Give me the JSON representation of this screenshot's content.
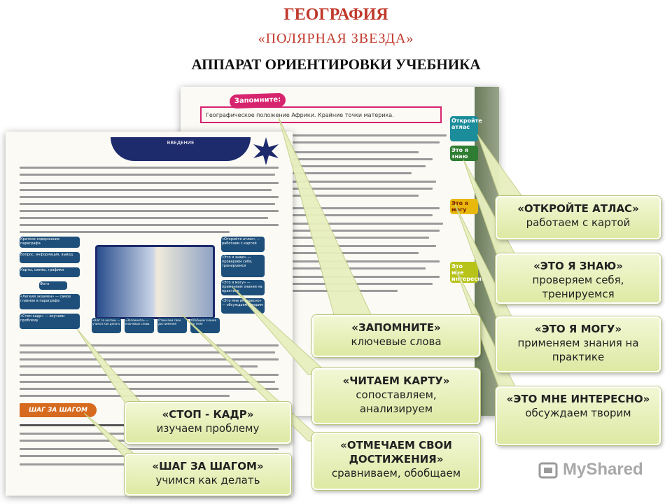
{
  "header": {
    "line1": "ГЕОГРАФИЯ",
    "line2": "«ПОЛЯРНАЯ ЗВЕЗДА»",
    "line3": "АППАРАТ  ОРИЕНТИРОВКИ УЧЕБНИКА"
  },
  "callouts": {
    "atlas": {
      "head": "«ОТКРОЙТЕ  АТЛАС»",
      "sub": "работаем с картой"
    },
    "know": {
      "head": "«ЭТО Я ЗНАЮ»",
      "sub": "проверяем себя, тренируемся"
    },
    "can": {
      "head": "«ЭТО Я МОГУ»",
      "sub": "применяем знания на практике"
    },
    "interest": {
      "head": "«ЭТО МНЕ ИНТЕРЕСНО»",
      "sub": "обсуждаем  творим"
    },
    "remember": {
      "head": "«ЗАПОМНИТЕ»",
      "sub": "ключевые слова"
    },
    "map": {
      "head": "«ЧИТАЕМ КАРТУ»",
      "sub": "сопоставляем, анализируем"
    },
    "achievements": {
      "head": "«ОТМЕЧАЕМ СВОИ ДОСТИЖЕНИЯ»",
      "sub": "сравниваем, обобщаем"
    },
    "stop": {
      "head": "«СТОП - КАДР»",
      "sub": "изучаем проблему"
    },
    "step": {
      "head": "«ШАГ ЗА ШАГОМ»",
      "sub": "учимся как делать"
    }
  },
  "book": {
    "remember_label": "Запомните:",
    "remember_text": "Географическое положение Африки. Крайние точки материка.",
    "intro_label": "ВВЕДЕНИЕ",
    "step_banner": "ШАГ ЗА ШАГОМ",
    "tags": {
      "atlas": "Откройте атлас",
      "know": "Это я знаю",
      "can": "Это я могу",
      "interest": "Это мне интересно"
    },
    "scheme_left": [
      "Краткое содержание параграфа",
      "Вопрос, информация, вывод",
      "Карты, схемы, графики",
      "Фото",
      "«Легкий экзамен» — самое главное в параграфе",
      "«Стоп-кадр» — изучаем проблему"
    ],
    "scheme_right": [
      "«Откройте атлас» — работаем с картой",
      "«Это я знаю» — проверяем себя, тренируемся",
      "«Это я могу» — применяем знания на практике",
      "«Это мне интересно» — обсуждаем, творим"
    ],
    "scheme_bottom": [
      "«Шаг за шагом» — учимся как делать",
      "«Запомните» — ключевые слова",
      "Отмечаем свои достижения",
      "Обобщим знания по теме"
    ]
  },
  "watermark": {
    "brand": "MyShared"
  },
  "colors": {
    "title_red": "#c0392b",
    "callout_fill": "#e6efb8",
    "tag_teal": "#1b8c9a",
    "tag_green": "#2e7d32",
    "tag_yellow": "#e8b90c",
    "remember_border": "#d6246e"
  }
}
